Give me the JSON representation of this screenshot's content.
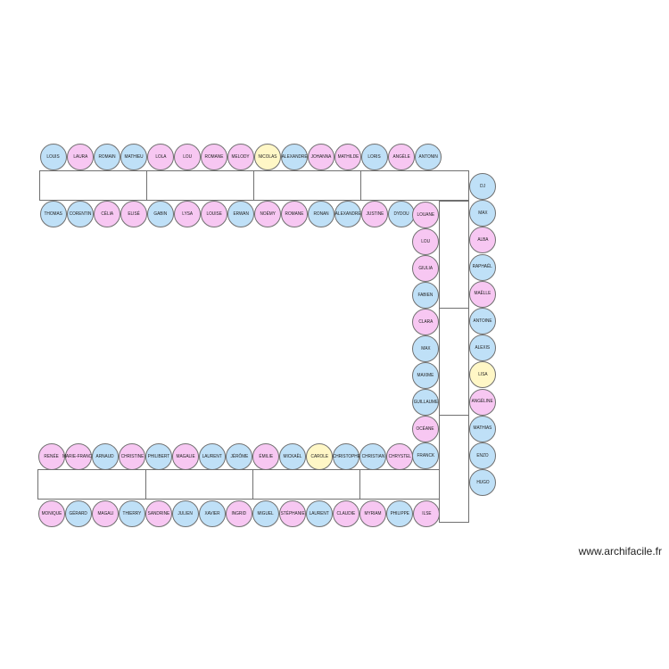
{
  "colors": {
    "blue": "#bfe0f7",
    "pink": "#f7c7f2",
    "yellow": "#fff7c6"
  },
  "rows": {
    "top_upper": [
      {
        "n": "LOUIS",
        "c": "blue"
      },
      {
        "n": "LAURA",
        "c": "pink"
      },
      {
        "n": "ROMAIN",
        "c": "blue"
      },
      {
        "n": "MATHIEU",
        "c": "blue"
      },
      {
        "n": "LOLA",
        "c": "pink"
      },
      {
        "n": "LOU",
        "c": "pink"
      },
      {
        "n": "ROMANE",
        "c": "pink"
      },
      {
        "n": "MELODY",
        "c": "pink"
      },
      {
        "n": "NICOLAS",
        "c": "yellow"
      },
      {
        "n": "ALEXANDRE",
        "c": "blue"
      },
      {
        "n": "JOHANNA",
        "c": "pink"
      },
      {
        "n": "MATHILDE",
        "c": "pink"
      },
      {
        "n": "LORIS",
        "c": "blue"
      },
      {
        "n": "ANGÈLE",
        "c": "pink"
      },
      {
        "n": "ANTONIN",
        "c": "blue"
      }
    ],
    "top_lower": [
      {
        "n": "THOMAS",
        "c": "blue"
      },
      {
        "n": "CORENTIN",
        "c": "blue"
      },
      {
        "n": "CÉLIA",
        "c": "pink"
      },
      {
        "n": "ELISÉ",
        "c": "pink"
      },
      {
        "n": "GABIN",
        "c": "blue"
      },
      {
        "n": "LYSA",
        "c": "pink"
      },
      {
        "n": "LOUISE",
        "c": "pink"
      },
      {
        "n": "ERWAN",
        "c": "blue"
      },
      {
        "n": "NOÉMY",
        "c": "pink"
      },
      {
        "n": "ROMANE",
        "c": "pink"
      },
      {
        "n": "RONAN",
        "c": "blue"
      },
      {
        "n": "ALEXANDRE",
        "c": "blue"
      },
      {
        "n": "JUSTINE",
        "c": "pink"
      },
      {
        "n": "DYDOU",
        "c": "blue"
      }
    ],
    "right_inner": [
      {
        "n": "LOUANE",
        "c": "pink"
      },
      {
        "n": "LOU",
        "c": "pink"
      },
      {
        "n": "GIULIA",
        "c": "pink"
      },
      {
        "n": "FABIEN",
        "c": "blue"
      },
      {
        "n": "CLARA",
        "c": "pink"
      },
      {
        "n": "MAX",
        "c": "blue"
      },
      {
        "n": "MAXIME",
        "c": "blue"
      },
      {
        "n": "GUILLAUME",
        "c": "blue"
      },
      {
        "n": "OCÉANE",
        "c": "pink"
      },
      {
        "n": "FRANCK",
        "c": "blue"
      }
    ],
    "right_outer": [
      {
        "n": "DJ",
        "c": "blue"
      },
      {
        "n": "MAX",
        "c": "blue"
      },
      {
        "n": "ALBA",
        "c": "pink"
      },
      {
        "n": "RAPHAËL",
        "c": "blue"
      },
      {
        "n": "MAËLLE",
        "c": "pink"
      },
      {
        "n": "ANTOINE",
        "c": "blue"
      },
      {
        "n": "ALEXIS",
        "c": "blue"
      },
      {
        "n": "LISA",
        "c": "yellow"
      },
      {
        "n": "ANGÉLINE",
        "c": "pink"
      },
      {
        "n": "MATHIAS",
        "c": "blue"
      },
      {
        "n": "ENZO",
        "c": "blue"
      },
      {
        "n": "HUGO",
        "c": "blue"
      }
    ],
    "bottom_upper": [
      {
        "n": "RENÉE",
        "c": "pink"
      },
      {
        "n": "MARIE-FRANCE",
        "c": "pink"
      },
      {
        "n": "ARNAUD",
        "c": "blue"
      },
      {
        "n": "CHRISTINE",
        "c": "pink"
      },
      {
        "n": "PHILIBERT",
        "c": "blue"
      },
      {
        "n": "MAGALIE",
        "c": "pink"
      },
      {
        "n": "LAURENT",
        "c": "blue"
      },
      {
        "n": "JÉRÔME",
        "c": "blue"
      },
      {
        "n": "ÉMILIE",
        "c": "pink"
      },
      {
        "n": "MICKAËL",
        "c": "blue"
      },
      {
        "n": "CAROLE",
        "c": "yellow"
      },
      {
        "n": "CHRISTOPHE",
        "c": "blue"
      },
      {
        "n": "CHRISTIAN",
        "c": "blue"
      },
      {
        "n": "CHRYSTEL",
        "c": "pink"
      }
    ],
    "bottom_lower": [
      {
        "n": "MONIQUE",
        "c": "pink"
      },
      {
        "n": "GÉRARD",
        "c": "blue"
      },
      {
        "n": "MAGALI",
        "c": "pink"
      },
      {
        "n": "THIERRY",
        "c": "blue"
      },
      {
        "n": "SANDRINE",
        "c": "pink"
      },
      {
        "n": "JULIEN",
        "c": "blue"
      },
      {
        "n": "XAVIER",
        "c": "blue"
      },
      {
        "n": "INGRID",
        "c": "pink"
      },
      {
        "n": "MIGUEL",
        "c": "blue"
      },
      {
        "n": "STÉPHANIE",
        "c": "pink"
      },
      {
        "n": "LAURENT",
        "c": "blue"
      },
      {
        "n": "CLAUDIE",
        "c": "pink"
      },
      {
        "n": "MYRIAM",
        "c": "pink"
      },
      {
        "n": "PHILIPPE",
        "c": "blue"
      },
      {
        "n": "ILSE",
        "c": "pink"
      }
    ]
  },
  "watermark": "www.archifacile.fr"
}
